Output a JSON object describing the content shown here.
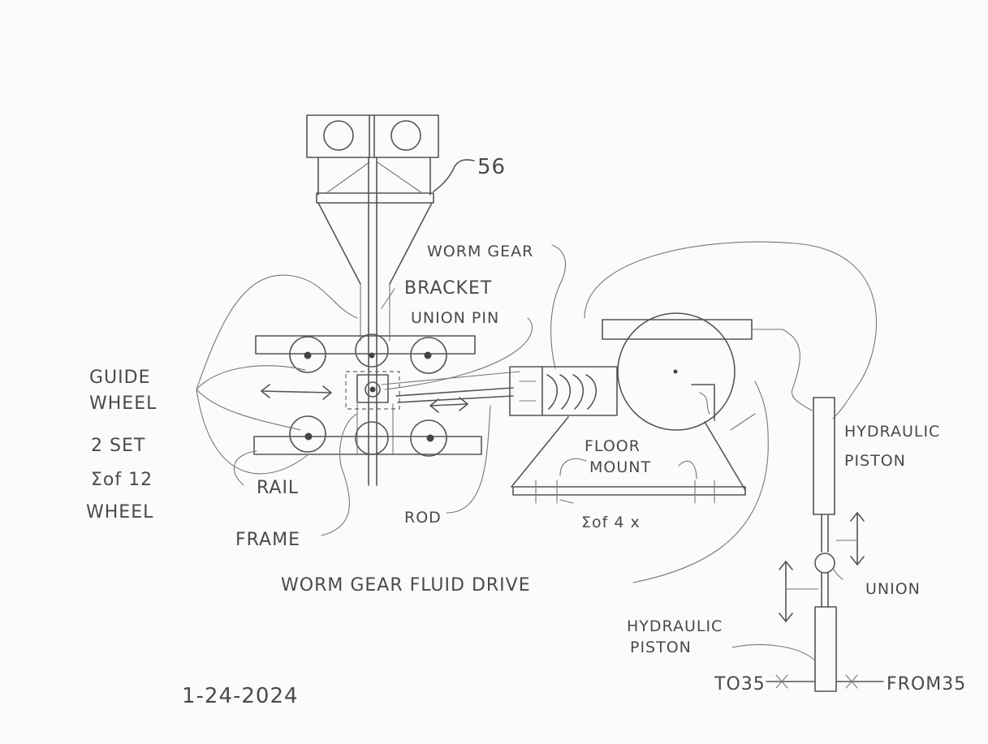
{
  "labels": {
    "ref_56": "56",
    "worm_gear": "WORM GEAR",
    "bracket": "BRACKET",
    "union_pin": "UNION PIN",
    "guide_wheel_1": "GUIDE",
    "guide_wheel_2": "WHEEL",
    "two_set": "2 SET",
    "sum_of_12": "Σof 12",
    "wheel": "WHEEL",
    "rail": "RAIL",
    "frame": "FRAME",
    "rod": "ROD",
    "floor": "FLOOR",
    "mount": "MOUNT",
    "sum_of_4x": "Σof 4 x",
    "hydraulic_1": "HYDRAULIC",
    "piston_1": "PISTON",
    "union": "UNION",
    "worm_gear_fluid_drive": "WORM GEAR FLUID DRIVE",
    "hydraulic_2": "HYDRAULIC",
    "piston_2": "PISTON",
    "to35": "TO35",
    "from35": "FROM35",
    "date": "1-24-2024"
  }
}
